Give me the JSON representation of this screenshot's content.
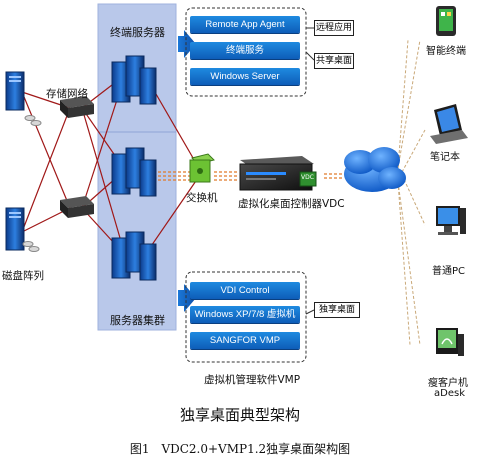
{
  "panels": {
    "terminal_server": {
      "title": "终端服务器",
      "buttons": [
        "Remote App Agent",
        "终端服务",
        "Windows Server"
      ],
      "side_labels": [
        "远程应用",
        "共享桌面"
      ]
    },
    "vdi": {
      "buttons": [
        "VDI Control",
        "Windows XP/7/8 虚拟机",
        "SANGFOR VMP"
      ],
      "side_label": "独享桌面",
      "caption": "虚拟机管理软件VMP"
    },
    "server_cluster": {
      "title": "服务器集群"
    }
  },
  "left": {
    "storage_network": "存储网络",
    "disk_array": "磁盘阵列"
  },
  "center": {
    "switch_label": "交换机",
    "controller_label": "虚拟化桌面控制器VDC",
    "vdc_badge": "VDC"
  },
  "devices": [
    "智能终端",
    "笔记本",
    "普通PC",
    "瘦客户机",
    "aDesk"
  ],
  "figure_title": "独享桌面典型架构",
  "figure_caption": "图1　VDC2.0+VMP1.2独享桌面架构图",
  "colors": {
    "panel_bg": "#b9c8ea",
    "button_blue": "#1478d4",
    "cross_line": "#a01818",
    "switch_line": "#e07a2a",
    "cloud": "#1e74d6",
    "switch_green": "#6cc233"
  }
}
